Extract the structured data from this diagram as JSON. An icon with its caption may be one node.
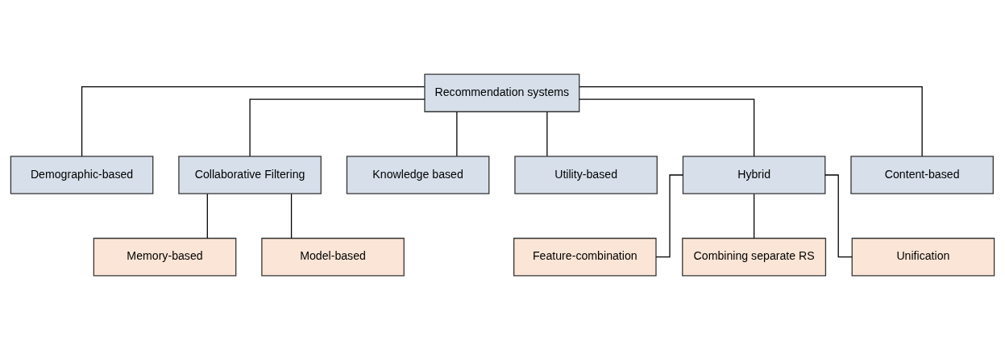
{
  "diagram": {
    "nodes": [
      {
        "text": [
          "Recommendation systems"
        ]
      },
      {
        "text": [
          "Demographic-based"
        ]
      },
      {
        "text": [
          "Collaborative Filtering"
        ]
      },
      {
        "text": [
          "Knowledge based"
        ]
      },
      {
        "text": [
          "Utility-based"
        ]
      },
      {
        "text": [
          "Hybrid"
        ]
      },
      {
        "text": [
          "Content-based"
        ]
      },
      {
        "text": [
          "Memory-based"
        ]
      },
      {
        "text": [
          "Model-based"
        ]
      },
      {
        "text": [
          "Feature-combination"
        ]
      },
      {
        "text": [
          "Combining separate RS"
        ]
      },
      {
        "text": [
          "Unification"
        ]
      }
    ],
    "edges": [
      {
        "from": 0,
        "to": 1,
        "arrow": "none"
      },
      {
        "from": 0,
        "to": 2,
        "arrow": "none"
      },
      {
        "from": 0,
        "to": 3,
        "arrow": "none"
      },
      {
        "from": 0,
        "to": 4,
        "arrow": "none"
      },
      {
        "from": 0,
        "to": 5,
        "arrow": "none"
      },
      {
        "from": 0,
        "to": 6,
        "arrow": "none"
      },
      {
        "from": 2,
        "to": 7,
        "arrow": "none"
      },
      {
        "from": 2,
        "to": 8,
        "arrow": "none"
      },
      {
        "from": 5,
        "to": 9,
        "arrow": "none"
      },
      {
        "from": 5,
        "to": 10,
        "arrow": "none"
      },
      {
        "from": 5,
        "to": 11,
        "arrow": "none"
      }
    ]
  }
}
